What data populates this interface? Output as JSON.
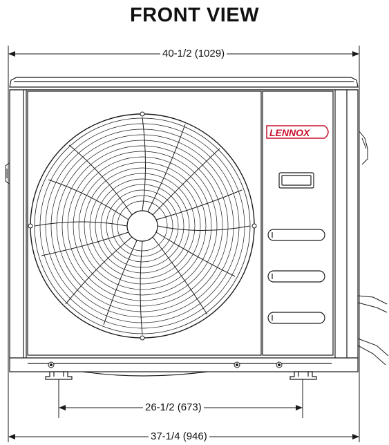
{
  "title": "FRONT VIEW",
  "dimensions": {
    "overall_width": "40-1/2 (1029)",
    "feet_spacing": "26-1/2 (673)",
    "base_width": "37-1/4 (946)"
  },
  "brand": {
    "logo_text": "LENNOX",
    "logo_color": "#c8102e"
  },
  "colors": {
    "line": "#1a1a1a",
    "cabinet_fill": "#ffffff"
  }
}
